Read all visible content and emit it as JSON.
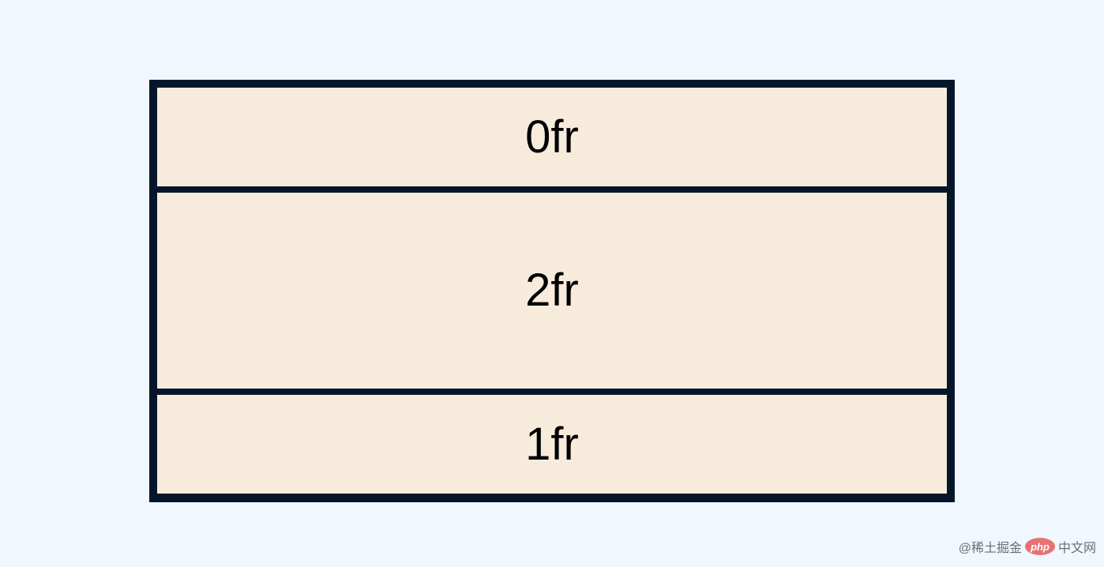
{
  "rows": [
    {
      "label": "0fr"
    },
    {
      "label": "2fr"
    },
    {
      "label": "1fr"
    }
  ],
  "watermark": {
    "left_text": "@稀土掘金",
    "logo_text": "php",
    "right_text": "中文网"
  },
  "colors": {
    "background": "#f0f7fe",
    "frame": "#05162b",
    "cell_fill": "#f7ecdc",
    "text": "#000000"
  }
}
